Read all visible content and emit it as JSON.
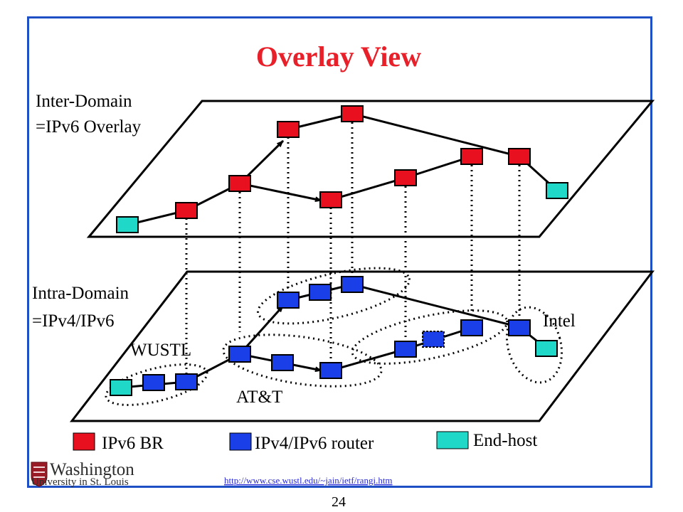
{
  "title": "Overlay View",
  "labels": {
    "inter_domain_line1": "Inter-Domain",
    "inter_domain_line2": "=IPv6 Overlay",
    "intra_domain_line1": "Intra-Domain",
    "intra_domain_line2": "=IPv4/IPv6",
    "wustl": "WUSTL",
    "att": "AT&T",
    "intel": "Intel"
  },
  "legend": {
    "ipv6_br": "IPv6 BR",
    "router": "IPv4/IPv6 router",
    "end_host": "End-host"
  },
  "colors": {
    "ipv6_br": "#e8101e",
    "router": "#1a3ee8",
    "end_host": "#1fd8c8",
    "title": "#e8202a",
    "frame": "#1f4fc4",
    "url": "#2a2ad6"
  },
  "logo": {
    "line1": "Washington",
    "line2": "University in St. Louis"
  },
  "footer": {
    "url": "http://www.cse.wustl.edu/~jain/ietf/rangi.htm",
    "page": "24"
  }
}
